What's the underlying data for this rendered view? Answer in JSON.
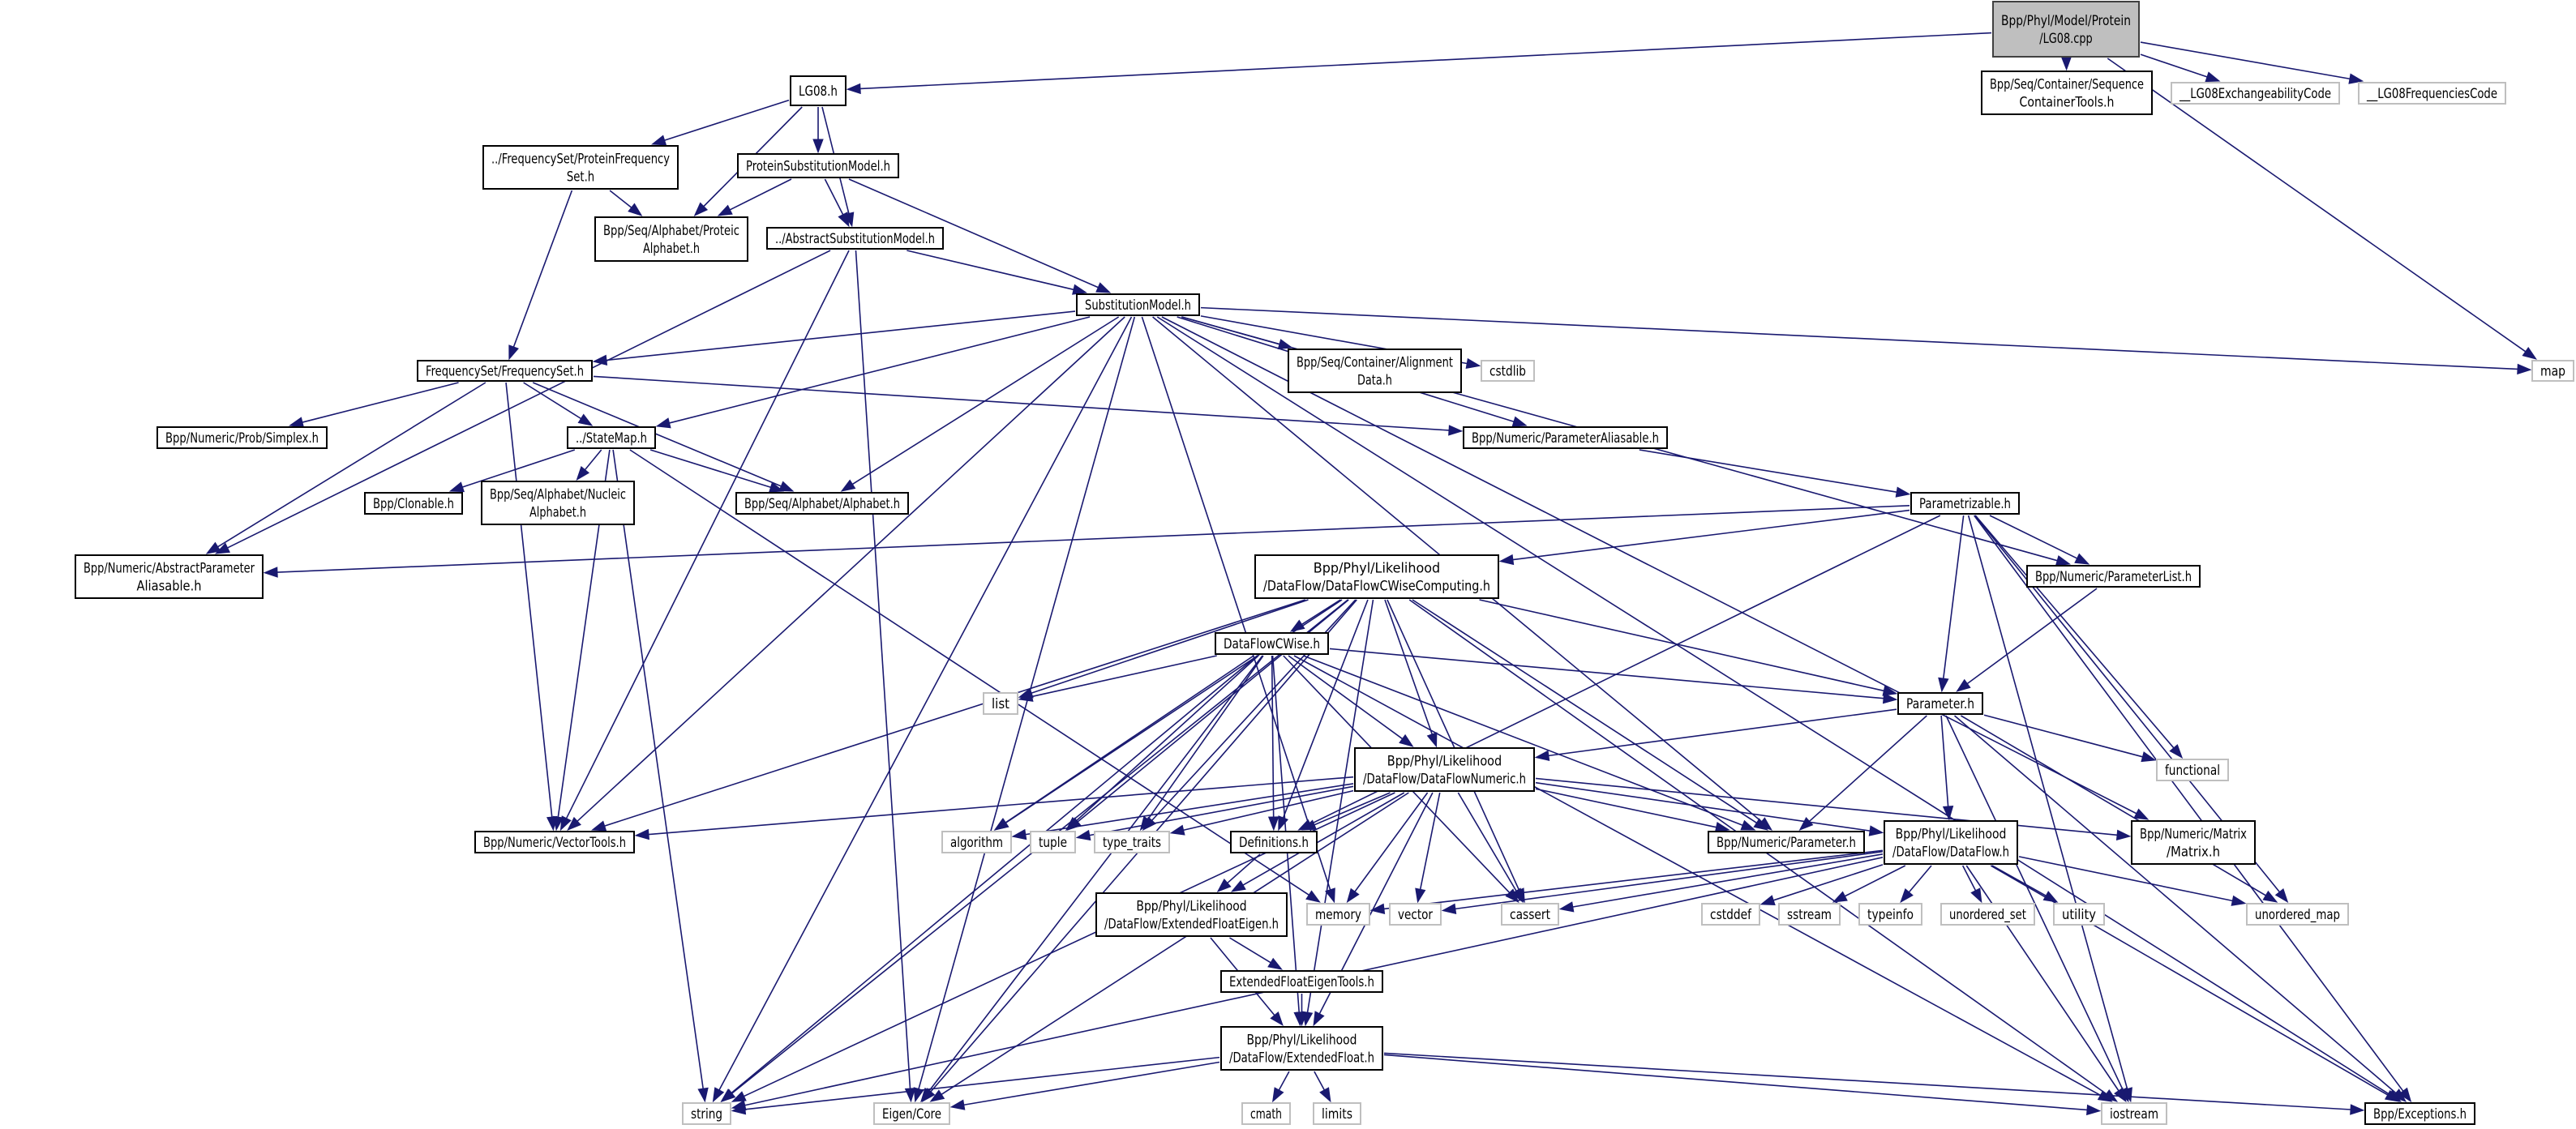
{
  "colors": {
    "edge": "#191970",
    "root_fill": "#bfbfbf",
    "documented_border": "#000000",
    "system_border": "#bfbfbf"
  },
  "nodes": [
    {
      "id": "cpp",
      "lines": [
        "Bpp/Phyl/Model/Protein",
        "/LG08.cpp"
      ],
      "kind": "root"
    },
    {
      "id": "lg08h",
      "lines": [
        "LG08.h"
      ],
      "kind": "doc"
    },
    {
      "id": "pfs",
      "lines": [
        "../FrequencySet/ProteinFrequency",
        "Set.h"
      ],
      "kind": "doc"
    },
    {
      "id": "psm",
      "lines": [
        "ProteinSubstitutionModel.h"
      ],
      "kind": "doc"
    },
    {
      "id": "pa",
      "lines": [
        "Bpp/Seq/Alphabet/Proteic",
        "Alphabet.h"
      ],
      "kind": "doc"
    },
    {
      "id": "asm",
      "lines": [
        "../AbstractSubstitutionModel.h"
      ],
      "kind": "doc"
    },
    {
      "id": "sm",
      "lines": [
        "SubstitutionModel.h"
      ],
      "kind": "doc"
    },
    {
      "id": "sct",
      "lines": [
        "Bpp/Seq/Container/Sequence",
        "ContainerTools.h"
      ],
      "kind": "doc"
    },
    {
      "id": "exch",
      "lines": [
        "__LG08ExchangeabilityCode"
      ],
      "kind": "sys"
    },
    {
      "id": "freqc",
      "lines": [
        "__LG08FrequenciesCode"
      ],
      "kind": "sys"
    },
    {
      "id": "map",
      "lines": [
        "map"
      ],
      "kind": "sys"
    },
    {
      "id": "ad",
      "lines": [
        "Bpp/Seq/Container/Alignment",
        "Data.h"
      ],
      "kind": "doc"
    },
    {
      "id": "cstdlib",
      "lines": [
        "cstdlib"
      ],
      "kind": "sys"
    },
    {
      "id": "pal",
      "lines": [
        "Bpp/Numeric/ParameterAliasable.h"
      ],
      "kind": "doc"
    },
    {
      "id": "ptz",
      "lines": [
        "Parametrizable.h"
      ],
      "kind": "doc"
    },
    {
      "id": "fs",
      "lines": [
        "FrequencySet/FrequencySet.h"
      ],
      "kind": "doc"
    },
    {
      "id": "simplex",
      "lines": [
        "Bpp/Numeric/Prob/Simplex.h"
      ],
      "kind": "doc"
    },
    {
      "id": "statemap",
      "lines": [
        "../StateMap.h"
      ],
      "kind": "doc"
    },
    {
      "id": "clonable",
      "lines": [
        "Bpp/Clonable.h"
      ],
      "kind": "doc"
    },
    {
      "id": "na",
      "lines": [
        "Bpp/Seq/Alphabet/Nucleic",
        "Alphabet.h"
      ],
      "kind": "doc"
    },
    {
      "id": "alpha",
      "lines": [
        "Bpp/Seq/Alphabet/Alphabet.h"
      ],
      "kind": "doc"
    },
    {
      "id": "apal",
      "lines": [
        "Bpp/Numeric/AbstractParameter",
        "Aliasable.h"
      ],
      "kind": "doc"
    },
    {
      "id": "vt",
      "lines": [
        "Bpp/Numeric/VectorTools.h"
      ],
      "kind": "doc"
    },
    {
      "id": "string",
      "lines": [
        "string"
      ],
      "kind": "sys"
    },
    {
      "id": "eigen",
      "lines": [
        "Eigen/Core"
      ],
      "kind": "sys"
    },
    {
      "id": "list",
      "lines": [
        "list"
      ],
      "kind": "sys"
    },
    {
      "id": "algorithm",
      "lines": [
        "algorithm"
      ],
      "kind": "sys"
    },
    {
      "id": "tuple",
      "lines": [
        "tuple"
      ],
      "kind": "sys"
    },
    {
      "id": "type_traits",
      "lines": [
        "type_traits"
      ],
      "kind": "sys"
    },
    {
      "id": "defs",
      "lines": [
        "Definitions.h"
      ],
      "kind": "doc"
    },
    {
      "id": "efe",
      "lines": [
        "Bpp/Phyl/Likelihood",
        "/DataFlow/ExtendedFloatEigen.h"
      ],
      "kind": "doc"
    },
    {
      "id": "efet",
      "lines": [
        "ExtendedFloatEigenTools.h"
      ],
      "kind": "doc"
    },
    {
      "id": "ef",
      "lines": [
        "Bpp/Phyl/Likelihood",
        "/DataFlow/ExtendedFloat.h"
      ],
      "kind": "doc"
    },
    {
      "id": "cmath",
      "lines": [
        "cmath"
      ],
      "kind": "sys"
    },
    {
      "id": "limits",
      "lines": [
        "limits"
      ],
      "kind": "sys"
    },
    {
      "id": "dfcw",
      "lines": [
        "DataFlowCWise.h"
      ],
      "kind": "doc"
    },
    {
      "id": "dfcwc",
      "lines": [
        "Bpp/Phyl/Likelihood",
        "/DataFlow/DataFlowCWiseComputing.h"
      ],
      "kind": "doc"
    },
    {
      "id": "dfn",
      "lines": [
        "Bpp/Phyl/Likelihood",
        "/DataFlow/DataFlowNumeric.h"
      ],
      "kind": "doc"
    },
    {
      "id": "param",
      "lines": [
        "Parameter.h"
      ],
      "kind": "doc"
    },
    {
      "id": "plist",
      "lines": [
        "Bpp/Numeric/ParameterList.h"
      ],
      "kind": "doc"
    },
    {
      "id": "functional",
      "lines": [
        "functional"
      ],
      "kind": "sys"
    },
    {
      "id": "nparam",
      "lines": [
        "Bpp/Numeric/Parameter.h"
      ],
      "kind": "doc"
    },
    {
      "id": "df",
      "lines": [
        "Bpp/Phyl/Likelihood",
        "/DataFlow/DataFlow.h"
      ],
      "kind": "doc"
    },
    {
      "id": "matrix",
      "lines": [
        "Bpp/Numeric/Matrix",
        "/Matrix.h"
      ],
      "kind": "doc"
    },
    {
      "id": "memory",
      "lines": [
        "memory"
      ],
      "kind": "sys"
    },
    {
      "id": "vector",
      "lines": [
        "vector"
      ],
      "kind": "sys"
    },
    {
      "id": "cassert",
      "lines": [
        "cassert"
      ],
      "kind": "sys"
    },
    {
      "id": "cstddef",
      "lines": [
        "cstddef"
      ],
      "kind": "sys"
    },
    {
      "id": "sstream",
      "lines": [
        "sstream"
      ],
      "kind": "sys"
    },
    {
      "id": "typeinfo",
      "lines": [
        "typeinfo"
      ],
      "kind": "sys"
    },
    {
      "id": "uset",
      "lines": [
        "unordered_set"
      ],
      "kind": "sys"
    },
    {
      "id": "utility",
      "lines": [
        "utility"
      ],
      "kind": "sys"
    },
    {
      "id": "umap",
      "lines": [
        "unordered_map"
      ],
      "kind": "sys"
    },
    {
      "id": "iostream",
      "lines": [
        "iostream"
      ],
      "kind": "sys"
    },
    {
      "id": "exc",
      "lines": [
        "Bpp/Exceptions.h"
      ],
      "kind": "doc"
    }
  ],
  "edges": [
    [
      "cpp",
      "lg08h"
    ],
    [
      "cpp",
      "sct"
    ],
    [
      "cpp",
      "exch"
    ],
    [
      "cpp",
      "freqc"
    ],
    [
      "cpp",
      "map"
    ],
    [
      "lg08h",
      "pfs"
    ],
    [
      "lg08h",
      "pa"
    ],
    [
      "lg08h",
      "psm"
    ],
    [
      "lg08h",
      "asm"
    ],
    [
      "pfs",
      "pa"
    ],
    [
      "pfs",
      "fs"
    ],
    [
      "psm",
      "pa"
    ],
    [
      "psm",
      "asm"
    ],
    [
      "psm",
      "sm"
    ],
    [
      "asm",
      "sm"
    ],
    [
      "asm",
      "apal"
    ],
    [
      "asm",
      "vt"
    ],
    [
      "asm",
      "eigen"
    ],
    [
      "sm",
      "fs"
    ],
    [
      "sm",
      "statemap"
    ],
    [
      "sm",
      "alpha"
    ],
    [
      "sm",
      "string"
    ],
    [
      "sm",
      "vt"
    ],
    [
      "sm",
      "eigen"
    ],
    [
      "sm",
      "ad"
    ],
    [
      "sm",
      "cstdlib"
    ],
    [
      "sm",
      "pal"
    ],
    [
      "sm",
      "plist"
    ],
    [
      "sm",
      "nparam"
    ],
    [
      "sm",
      "matrix"
    ],
    [
      "sm",
      "map"
    ],
    [
      "sm",
      "exc"
    ],
    [
      "sm",
      "memory"
    ],
    [
      "fs",
      "simplex"
    ],
    [
      "fs",
      "statemap"
    ],
    [
      "fs",
      "alpha"
    ],
    [
      "fs",
      "apal"
    ],
    [
      "fs",
      "vt"
    ],
    [
      "fs",
      "pal"
    ],
    [
      "statemap",
      "clonable"
    ],
    [
      "statemap",
      "na"
    ],
    [
      "statemap",
      "alpha"
    ],
    [
      "statemap",
      "string"
    ],
    [
      "statemap",
      "vt"
    ],
    [
      "statemap",
      "memory"
    ],
    [
      "pal",
      "ptz"
    ],
    [
      "ptz",
      "apal"
    ],
    [
      "ptz",
      "dfcwc"
    ],
    [
      "ptz",
      "plist"
    ],
    [
      "ptz",
      "param"
    ],
    [
      "ptz",
      "defs"
    ],
    [
      "ptz",
      "functional"
    ],
    [
      "ptz",
      "umap"
    ],
    [
      "ptz",
      "iostream"
    ],
    [
      "ptz",
      "exc"
    ],
    [
      "plist",
      "param"
    ],
    [
      "param",
      "dfn"
    ],
    [
      "param",
      "nparam"
    ],
    [
      "param",
      "df"
    ],
    [
      "param",
      "functional"
    ],
    [
      "param",
      "umap"
    ],
    [
      "param",
      "iostream"
    ],
    [
      "param",
      "exc"
    ],
    [
      "dfcwc",
      "dfcw"
    ],
    [
      "dfcwc",
      "dfn"
    ],
    [
      "dfcwc",
      "defs"
    ],
    [
      "dfcwc",
      "list"
    ],
    [
      "dfcwc",
      "algorithm"
    ],
    [
      "dfcwc",
      "tuple"
    ],
    [
      "dfcwc",
      "type_traits"
    ],
    [
      "dfcwc",
      "string"
    ],
    [
      "dfcwc",
      "eigen"
    ],
    [
      "dfcwc",
      "cassert"
    ],
    [
      "dfcwc",
      "param"
    ],
    [
      "dfcwc",
      "nparam"
    ],
    [
      "dfcwc",
      "ef"
    ],
    [
      "dfcwc",
      "iostream"
    ],
    [
      "dfcwc",
      "vt"
    ],
    [
      "dfcw",
      "list"
    ],
    [
      "dfcw",
      "algorithm"
    ],
    [
      "dfcw",
      "tuple"
    ],
    [
      "dfcw",
      "type_traits"
    ],
    [
      "dfcw",
      "defs"
    ],
    [
      "dfcw",
      "dfn"
    ],
    [
      "dfcw",
      "param"
    ],
    [
      "dfcw",
      "nparam"
    ],
    [
      "dfcw",
      "cassert"
    ],
    [
      "dfcw",
      "string"
    ],
    [
      "dfcw",
      "eigen"
    ],
    [
      "dfcw",
      "ef"
    ],
    [
      "dfcw",
      "iostream"
    ],
    [
      "dfn",
      "vt"
    ],
    [
      "dfn",
      "algorithm"
    ],
    [
      "dfn",
      "tuple"
    ],
    [
      "dfn",
      "type_traits"
    ],
    [
      "dfn",
      "defs"
    ],
    [
      "dfn",
      "nparam"
    ],
    [
      "dfn",
      "df"
    ],
    [
      "dfn",
      "matrix"
    ],
    [
      "dfn",
      "memory"
    ],
    [
      "dfn",
      "vector"
    ],
    [
      "dfn",
      "cassert"
    ],
    [
      "dfn",
      "string"
    ],
    [
      "dfn",
      "eigen"
    ],
    [
      "dfn",
      "efe"
    ],
    [
      "dfn",
      "ef"
    ],
    [
      "defs",
      "efe"
    ],
    [
      "efe",
      "efet"
    ],
    [
      "efe",
      "ef"
    ],
    [
      "efet",
      "ef"
    ],
    [
      "ef",
      "string"
    ],
    [
      "ef",
      "eigen"
    ],
    [
      "ef",
      "cmath"
    ],
    [
      "ef",
      "limits"
    ],
    [
      "ef",
      "iostream"
    ],
    [
      "ef",
      "exc"
    ],
    [
      "df",
      "memory"
    ],
    [
      "df",
      "vector"
    ],
    [
      "df",
      "cassert"
    ],
    [
      "df",
      "cstddef"
    ],
    [
      "df",
      "sstream"
    ],
    [
      "df",
      "typeinfo"
    ],
    [
      "df",
      "uset"
    ],
    [
      "df",
      "utility"
    ],
    [
      "df",
      "umap"
    ],
    [
      "df",
      "iostream"
    ],
    [
      "df",
      "exc"
    ],
    [
      "df",
      "string"
    ]
  ]
}
